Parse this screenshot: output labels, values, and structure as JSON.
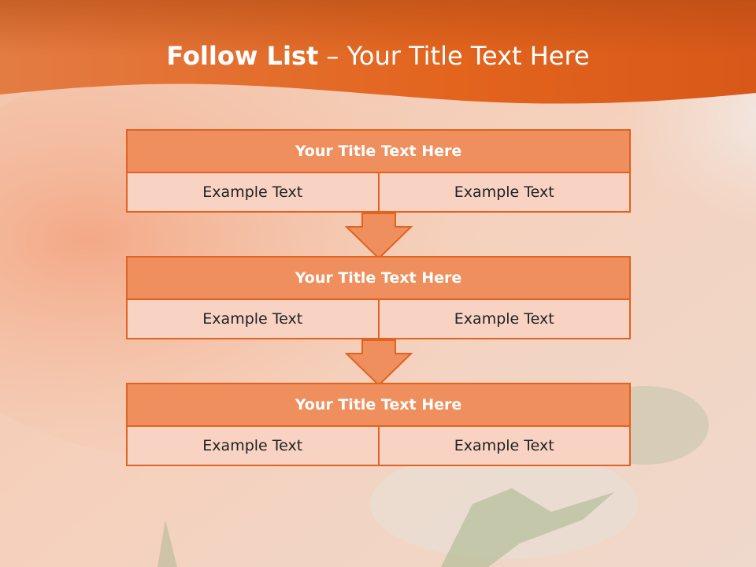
{
  "header": {
    "title_bold": "Follow List",
    "title_rest": " – Your Title Text Here"
  },
  "colors": {
    "accent": "#e2621f",
    "header_fill": "#ef8f5d",
    "cell_fill": "#f8d3c4"
  },
  "blocks": [
    {
      "title": "Your Title Text Here",
      "left": "Example Text",
      "right": "Example Text"
    },
    {
      "title": "Your Title Text Here",
      "left": "Example Text",
      "right": "Example Text"
    },
    {
      "title": "Your Title Text Here",
      "left": "Example Text",
      "right": "Example Text"
    }
  ]
}
